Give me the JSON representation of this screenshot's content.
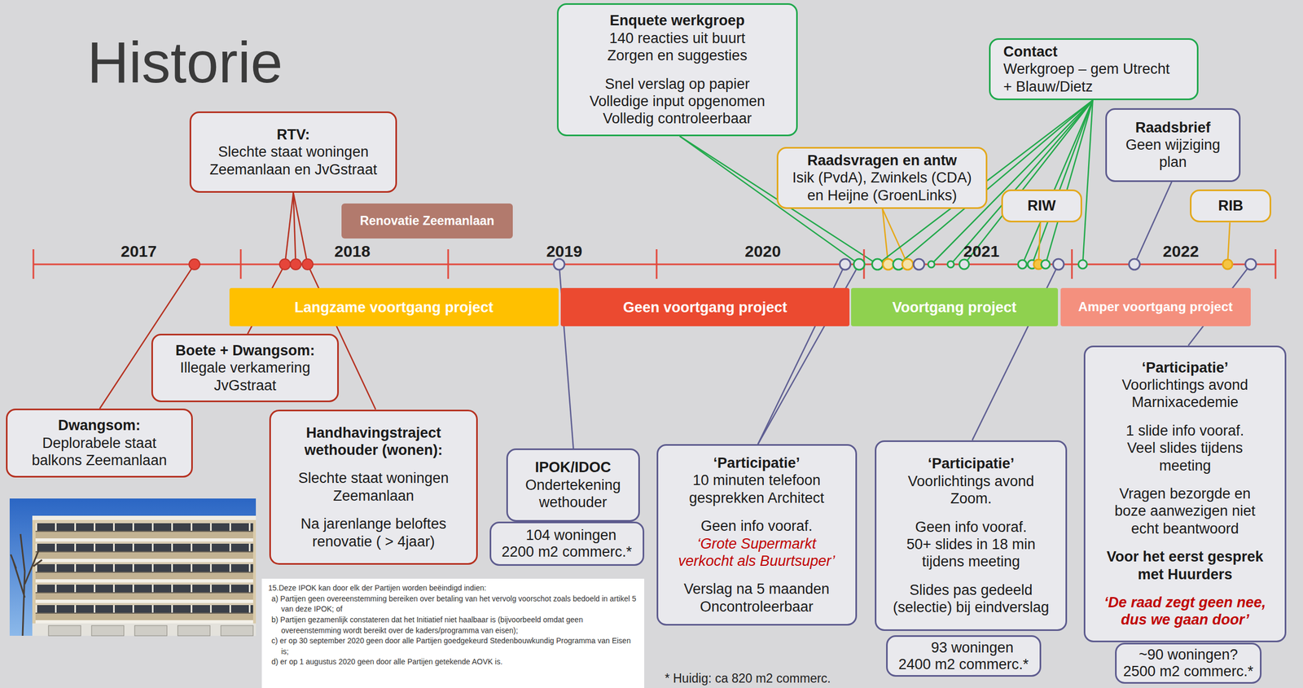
{
  "diagram": {
    "title": "Historie",
    "nodes": [
      {
        "text": [
          "Enquete werkgroep",
          "140 reacties uit buurt Zorgen en suggesties",
          "Snel verslag op papier Volledige input opgenomen Volledig controleerbaar"
        ]
      },
      {
        "text": [
          "Contact",
          "Werkgroep – gem Utrecht + Blauw/Dietz"
        ]
      },
      {
        "text": [
          "RTV:",
          "Slechte staat woningen Zeemanlaan en JvGstraat"
        ]
      },
      {
        "text": [
          "Raadsbrief",
          "Geen wijziging plan"
        ]
      },
      {
        "text": [
          "Raadsvragen en antw",
          "Isik (PvdA), Zwinkels (CDA) en Heijne (GroenLinks)"
        ]
      },
      {
        "text": [
          "RIW"
        ]
      },
      {
        "text": [
          "RIB"
        ]
      },
      {
        "text": [
          "Renovatie Zeemanlaan"
        ]
      },
      {
        "text": [
          "Langzame voortgang project"
        ]
      },
      {
        "text": [
          "Geen voortgang project"
        ]
      },
      {
        "text": [
          "Voortgang project"
        ]
      },
      {
        "text": [
          "Amper voortgang project"
        ]
      },
      {
        "text": [
          "Boete + Dwangsom:",
          "Illegale verkamering JvGstraat"
        ]
      },
      {
        "text": [
          "‘Participatie’",
          "Voorlichtings avond Marnixacedemie",
          "1 slide info vooraf. Veel slides tijdens meeting",
          "Vragen bezorgde en boze aanwezigen niet echt beantwoord",
          "Voor het eerst gesprek met Huurders",
          "‘De raad zegt geen nee, dus we gaan door’"
        ]
      },
      {
        "text": [
          "Dwangsom:",
          "Deplorabele staat balkons Zeemanlaan"
        ]
      },
      {
        "text": [
          "Handhavingstraject wethouder (wonen):",
          "Slechte staat woningen Zeemanlaan",
          "Na jarenlange beloftes renovatie ( > 4jaar)"
        ]
      },
      {
        "text": [
          "‘Participatie’",
          "Voorlichtings avond Zoom.",
          "Geen info vooraf. 50+ slides in 18 min tijdens meeting",
          "Slides pas gedeeld (selectie) bij eindverslag"
        ]
      },
      {
        "text": [
          "‘Participatie’",
          "10 minuten telefoon gesprekken Architect",
          "Geen info vooraf.",
          "‘Grote Supermarkt verkocht als Buurtsuper’",
          "Verslag na 5 maanden Oncontroleerbaar"
        ]
      },
      {
        "text": [
          "IPOK/IDOC",
          "Ondertekening wethouder"
        ]
      },
      {
        "text": [
          "104 woningen 2200 m2 commerc.*"
        ]
      },
      {
        "text": [
          "15.Deze IPOK kan door elk der Partijen worden beëindigd indien:",
          "a) Partijen geen overeenstemming bereiken over betaling van het vervolg voorschot zoals bedoeld in artikel 5 van deze IPOK; of",
          "b) Partijen gezamenlijk constateren dat het Initiatief niet haalbaar is (bijvoorbeeld omdat geen overeenstemming wordt bereikt over de kaders/programma van eisen);",
          "c) er op 30 september 2020 geen door alle Partijen goedgekeurd Stedenbouwkundig Programma van Eisen is;",
          "d) er op 1 augustus 2020 geen door alle Partijen getekende AOVK is."
        ]
      },
      {
        "text": [
          "93 woningen 2400 m2 commerc.*"
        ]
      },
      {
        "text": [
          "~90 woningen? 2500 m2 commerc.*"
        ]
      }
    ],
    "labels": [
      "2017",
      "2018",
      "2019",
      "2020",
      "2021",
      "2022",
      "* Huidig: ca 820 m2 commerc."
    ]
  }
}
